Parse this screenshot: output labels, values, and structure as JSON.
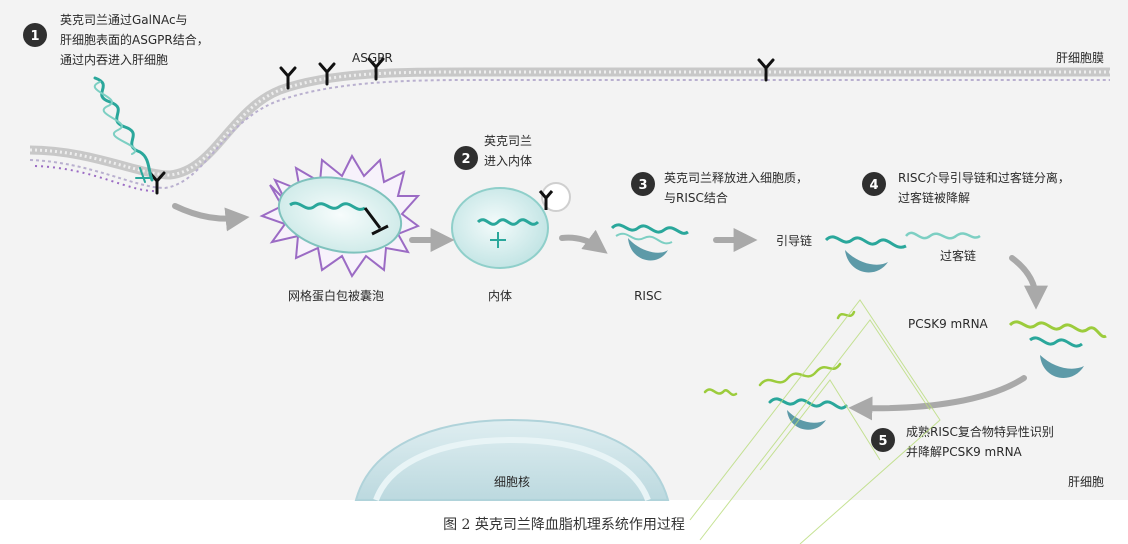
{
  "steps": [
    {
      "number": "1",
      "lines": [
        "英克司兰通过GalNAc与",
        "肝细胞表面的ASGPR结合，",
        "通过内吞进入肝细胞"
      ]
    },
    {
      "number": "2",
      "lines": [
        "英克司兰",
        "进入内体"
      ]
    },
    {
      "number": "3",
      "lines": [
        "英克司兰释放进入细胞质，",
        "与RISC结合"
      ]
    },
    {
      "number": "4",
      "lines": [
        "RISC介导引导链和过客链分离，",
        "过客链被降解"
      ]
    },
    {
      "number": "5",
      "lines": [
        "成熟RISC复合物特异性识别",
        "并降解PCSK9 mRNA"
      ]
    }
  ],
  "labels": {
    "asgpr": "ASGPR",
    "membrane": "肝细胞膜",
    "vesicle": "网格蛋白包被囊泡",
    "endosome": "内体",
    "risc": "RISC",
    "guide_strand": "引导链",
    "passenger_strand": "过客链",
    "pcsk9": "PCSK9 mRNA",
    "nucleus": "细胞核",
    "hepatocyte": "肝细胞"
  },
  "caption": "图 2  英克司兰降血脂机理系统作用过程",
  "colors": {
    "background": "#f3f3f3",
    "teal": "#2aa79b",
    "purple": "#9b6bc4",
    "lime": "#9ccc3c",
    "risc_blue": "#5d9aa8",
    "arrow_gray": "#a9a9a9",
    "step_circle": "#2f2f2f",
    "nucleus": "#cfe6ea",
    "watermark": "#b8dc7a"
  },
  "icons": [
    "asgpr-receptor-icon",
    "arrow-icon",
    "helix-icon"
  ]
}
